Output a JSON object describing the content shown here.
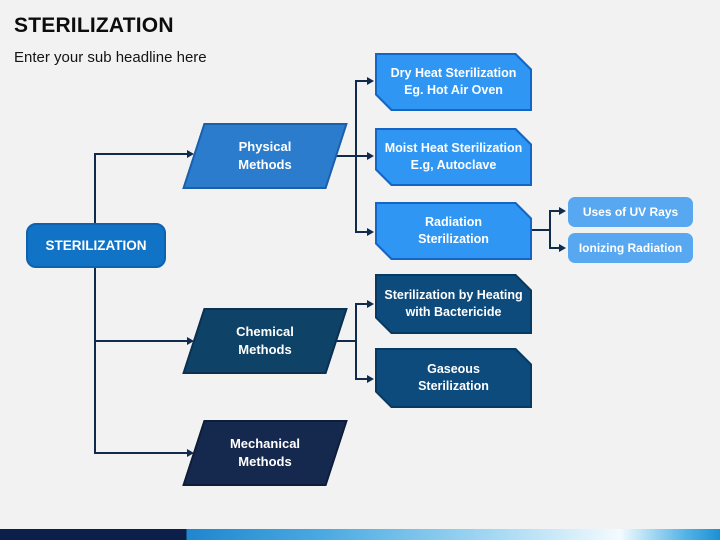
{
  "slide": {
    "title": "STERILIZATION",
    "subtitle": "Enter your sub headline here"
  },
  "nodes": {
    "root": "STERILIZATION",
    "physical": [
      "Physical",
      "Methods"
    ],
    "chemical": [
      "Chemical",
      "Methods"
    ],
    "mechanical": [
      "Mechanical",
      "Methods"
    ],
    "dry_heat": [
      "Dry Heat Sterilization",
      "Eg. Hot Air Oven"
    ],
    "moist_heat": [
      "Moist Heat Sterilization",
      "E.g, Autoclave"
    ],
    "radiation": [
      "Radiation",
      "Sterilization"
    ],
    "uv": "Uses of UV Rays",
    "ionizing": "Ionizing Radiation",
    "bactericide": [
      "Sterilization by Heating",
      "with Bactericide"
    ],
    "gaseous": [
      "Gaseous",
      "Sterilization"
    ]
  },
  "colors": {
    "bg": "#f2f2f3",
    "line": "#112b4d",
    "root_fill": "#1173c5",
    "root_border": "#0d61ad",
    "phys_fill": "#2b7ccc",
    "phys_border": "#1c5fa9",
    "bright_fill": "#3096f4",
    "bright_border": "#1565c4",
    "small_fill": "#57a8f0",
    "chem_fill": "#0e4267",
    "chem_border": "#0a3052",
    "dark_fill": "#0e4b7d",
    "dark_border": "#083a61",
    "mech_fill": "#14294d",
    "mech_border": "#0d1d3a"
  }
}
